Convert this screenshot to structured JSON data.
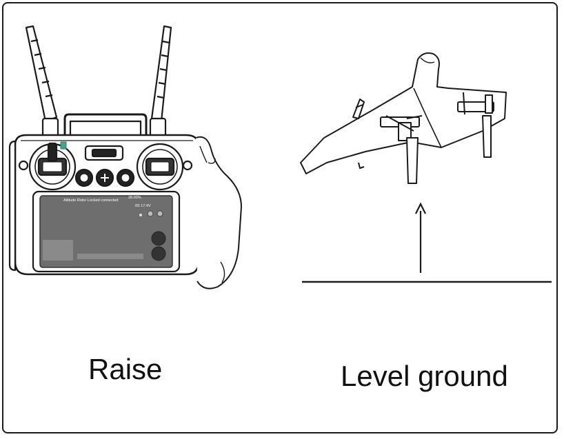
{
  "captions": {
    "left": "Raise",
    "right": "Level ground"
  },
  "remote": {
    "screen_status": "Altitude Rotor Locked connected",
    "screen_percent": "28.00%",
    "screen_voltage": "0S 17.4V"
  },
  "colors": {
    "line": "#1a1a1a",
    "screen_bg": "#6e6e6e",
    "screen_panel": "#8a8a8a",
    "indicator": "#3fa58c"
  }
}
